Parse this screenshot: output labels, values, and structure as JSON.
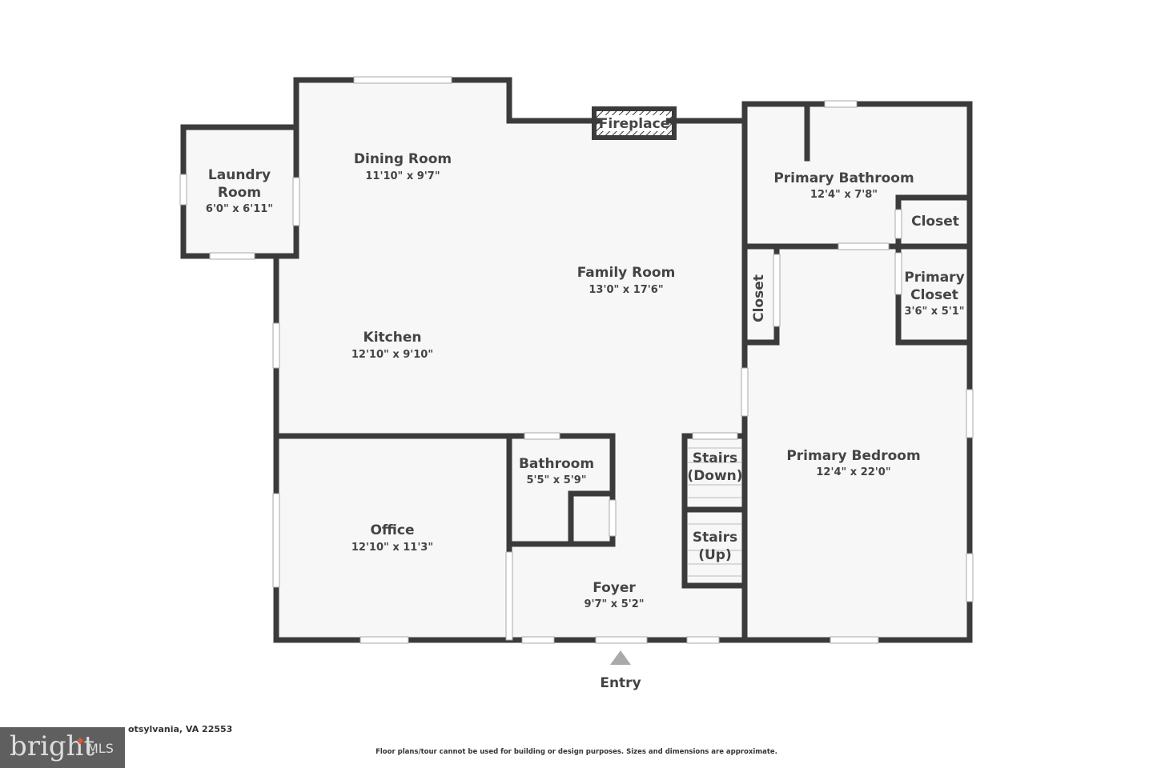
{
  "rooms": {
    "laundry": {
      "name1": "Laundry",
      "name2": "Room",
      "dims": "6'0\" x 6'11\""
    },
    "dining": {
      "name": "Dining Room",
      "dims": "11'10\" x 9'7\""
    },
    "fireplace": {
      "name": "Fireplace"
    },
    "family": {
      "name": "Family Room",
      "dims": "13'0\" x 17'6\""
    },
    "kitchen": {
      "name": "Kitchen",
      "dims": "12'10\" x 9'10\""
    },
    "primary_bath": {
      "name": "Primary Bathroom",
      "dims": "12'4\" x 7'8\""
    },
    "closet_top": {
      "name": "Closet"
    },
    "primary_closet": {
      "name1": "Primary",
      "name2": "Closet",
      "dims": "3'6\" x 5'1\""
    },
    "closet_side": {
      "name": "Closet"
    },
    "bathroom": {
      "name": "Bathroom",
      "dims": "5'5\" x 5'9\""
    },
    "office": {
      "name": "Office",
      "dims": "12'10\" x 11'3\""
    },
    "stairs_down": {
      "name1": "Stairs",
      "name2": "(Down)"
    },
    "stairs_up": {
      "name1": "Stairs",
      "name2": "(Up)"
    },
    "foyer": {
      "name": "Foyer",
      "dims": "9'7\" x 5'2\""
    },
    "primary_bedroom": {
      "name": "Primary Bedroom",
      "dims": "12'4\" x 22'0\""
    }
  },
  "entry_label": "Entry",
  "address": "otsylvania, VA 22553",
  "disclaimer": "Floor plans/tour cannot be used for building or design purposes. Sizes and dimensions are approximate.",
  "logo": {
    "brand": "bright",
    "suffix": "MLS",
    "accent": "#d9573a"
  },
  "colors": {
    "wall": "#3b3b3b",
    "floor": "#f7f7f7"
  }
}
